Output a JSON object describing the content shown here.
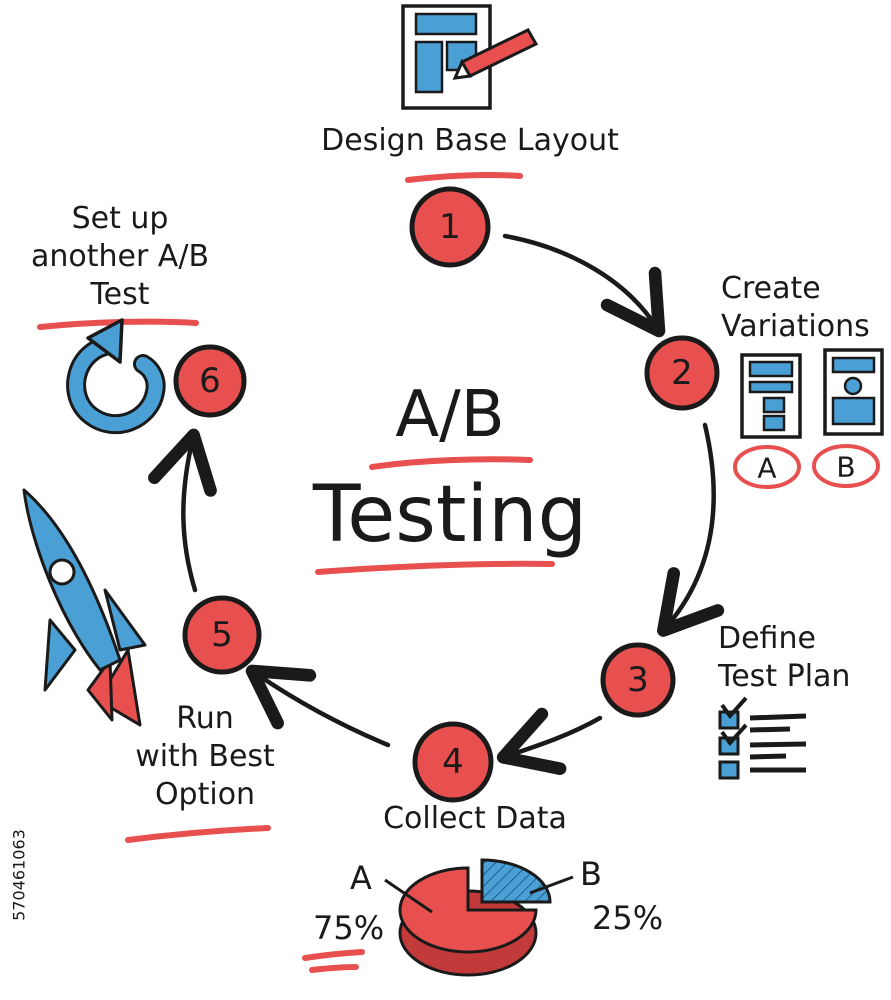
{
  "title": {
    "line1": "A/B",
    "line2": "Testing"
  },
  "steps": [
    {
      "number": "1",
      "label": [
        "Design Base Layout"
      ]
    },
    {
      "number": "2",
      "label": [
        "Create",
        "Variations"
      ]
    },
    {
      "number": "3",
      "label": [
        "Define",
        "Test Plan"
      ]
    },
    {
      "number": "4",
      "label": [
        "Collect Data"
      ]
    },
    {
      "number": "5",
      "label": [
        "Run",
        "with Best",
        "Option"
      ]
    },
    {
      "number": "6",
      "label": [
        "Set up",
        "another A/B",
        "Test"
      ]
    }
  ],
  "variants": {
    "a": "A",
    "b": "B"
  },
  "pie": {
    "slices": [
      {
        "name": "A",
        "value": 75,
        "label": "75%",
        "color": "#e8504f"
      },
      {
        "name": "B",
        "value": 25,
        "label": "25%",
        "color": "#4aa0d5"
      }
    ]
  },
  "colors": {
    "accent_red": "#e8504f",
    "accent_blue": "#4aa0d5",
    "ink": "#1a1a1a"
  },
  "watermark_id": "570461063"
}
